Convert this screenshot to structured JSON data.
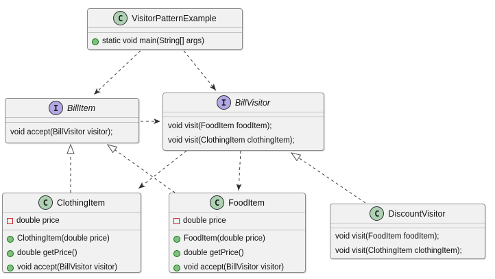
{
  "boxes": {
    "vpe": {
      "badge": "C",
      "kind": "class",
      "name": "VisitorPatternExample",
      "methods": [
        "static void main(String[] args)"
      ]
    },
    "bill_item": {
      "badge": "I",
      "kind": "interface",
      "name": "BillItem",
      "methods": [
        "void accept(BillVisitor visitor);"
      ]
    },
    "bill_visitor": {
      "badge": "I",
      "kind": "interface",
      "name": "BillVisitor",
      "methods": [
        "void visit(FoodItem foodItem);",
        "void visit(ClothingItem clothingItem);"
      ]
    },
    "clothing_item": {
      "badge": "C",
      "kind": "class",
      "name": "ClothingItem",
      "fields": [
        "double price"
      ],
      "methods": [
        "ClothingItem(double price)",
        "double getPrice()",
        "void accept(BillVisitor visitor)"
      ]
    },
    "food_item": {
      "badge": "C",
      "kind": "class",
      "name": "FoodItem",
      "fields": [
        "double price"
      ],
      "methods": [
        "FoodItem(double price)",
        "double getPrice()",
        "void accept(BillVisitor visitor)"
      ]
    },
    "discount_visitor": {
      "badge": "C",
      "kind": "class",
      "name": "DiscountVisitor",
      "methods": [
        "void visit(FoodItem foodItem);",
        "void visit(ClothingItem clothingItem);"
      ]
    }
  },
  "relations": [
    {
      "from": "VisitorPatternExample",
      "to": "BillItem",
      "type": "dependency",
      "style": "dashed"
    },
    {
      "from": "VisitorPatternExample",
      "to": "BillVisitor",
      "type": "dependency",
      "style": "dashed"
    },
    {
      "from": "BillItem",
      "to": "BillVisitor",
      "type": "dependency",
      "style": "dashed"
    },
    {
      "from": "ClothingItem",
      "to": "BillItem",
      "type": "realization",
      "style": "dashed"
    },
    {
      "from": "FoodItem",
      "to": "BillItem",
      "type": "realization",
      "style": "dashed"
    },
    {
      "from": "BillVisitor",
      "to": "ClothingItem",
      "type": "dependency",
      "style": "dashed"
    },
    {
      "from": "BillVisitor",
      "to": "FoodItem",
      "type": "dependency",
      "style": "dashed"
    },
    {
      "from": "DiscountVisitor",
      "to": "BillVisitor",
      "type": "realization",
      "style": "dashed"
    }
  ],
  "colors": {
    "box_fill": "#f1f1f1",
    "box_border": "#8c8c8c",
    "separator": "#c2c2c2",
    "class_badge": "#ADD1B2",
    "interface_badge": "#B4A7E5",
    "public_method_marker": "#84BE84",
    "private_field_marker": "#C82930",
    "edge": "#383838"
  }
}
